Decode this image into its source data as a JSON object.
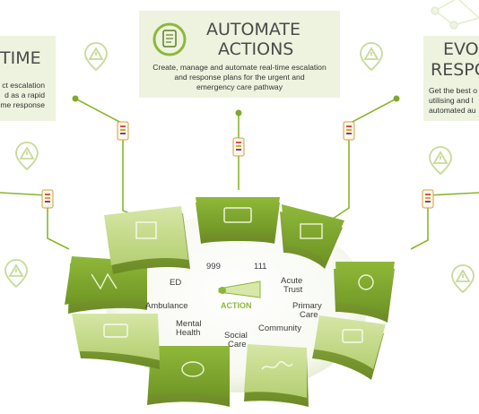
{
  "colors": {
    "green_light": "#c5d98f",
    "green_mid": "#93b43f",
    "green_dark": "#6e8f26",
    "accent": "#8ab52f",
    "card_bg": "#eef3df",
    "text": "#4a4a4a",
    "center_accent": "#8cb83a"
  },
  "cards": {
    "center": {
      "title_line1": "AUTOMATE",
      "title_line2": "ACTIONS",
      "desc_line1": "Create, manage and automate real-time escalation",
      "desc_line2": "and response plans for the urgent and",
      "desc_line3": "emergency care pathway",
      "icon": "gear-document-icon"
    },
    "left": {
      "title": "TIME",
      "desc_line1": "ct escalation",
      "desc_line2": "d as a rapid",
      "desc_line3": "me response"
    },
    "right": {
      "title_line1": "EVO",
      "title_line2": "RESPO",
      "desc_line1": "Get the best o",
      "desc_line2": "utilising and l",
      "desc_line3": "automated au"
    }
  },
  "wheel": {
    "labels": {
      "l999": "999",
      "l111": "111",
      "acute": "Acute",
      "trust": "Trust",
      "primary": "Primary",
      "care": "Care",
      "community": "Community",
      "social": "Social",
      "social_care": "Care",
      "mental": "Mental",
      "health": "Health",
      "ambulance": "Ambulance",
      "ed": "ED",
      "action": "ACTION"
    }
  }
}
